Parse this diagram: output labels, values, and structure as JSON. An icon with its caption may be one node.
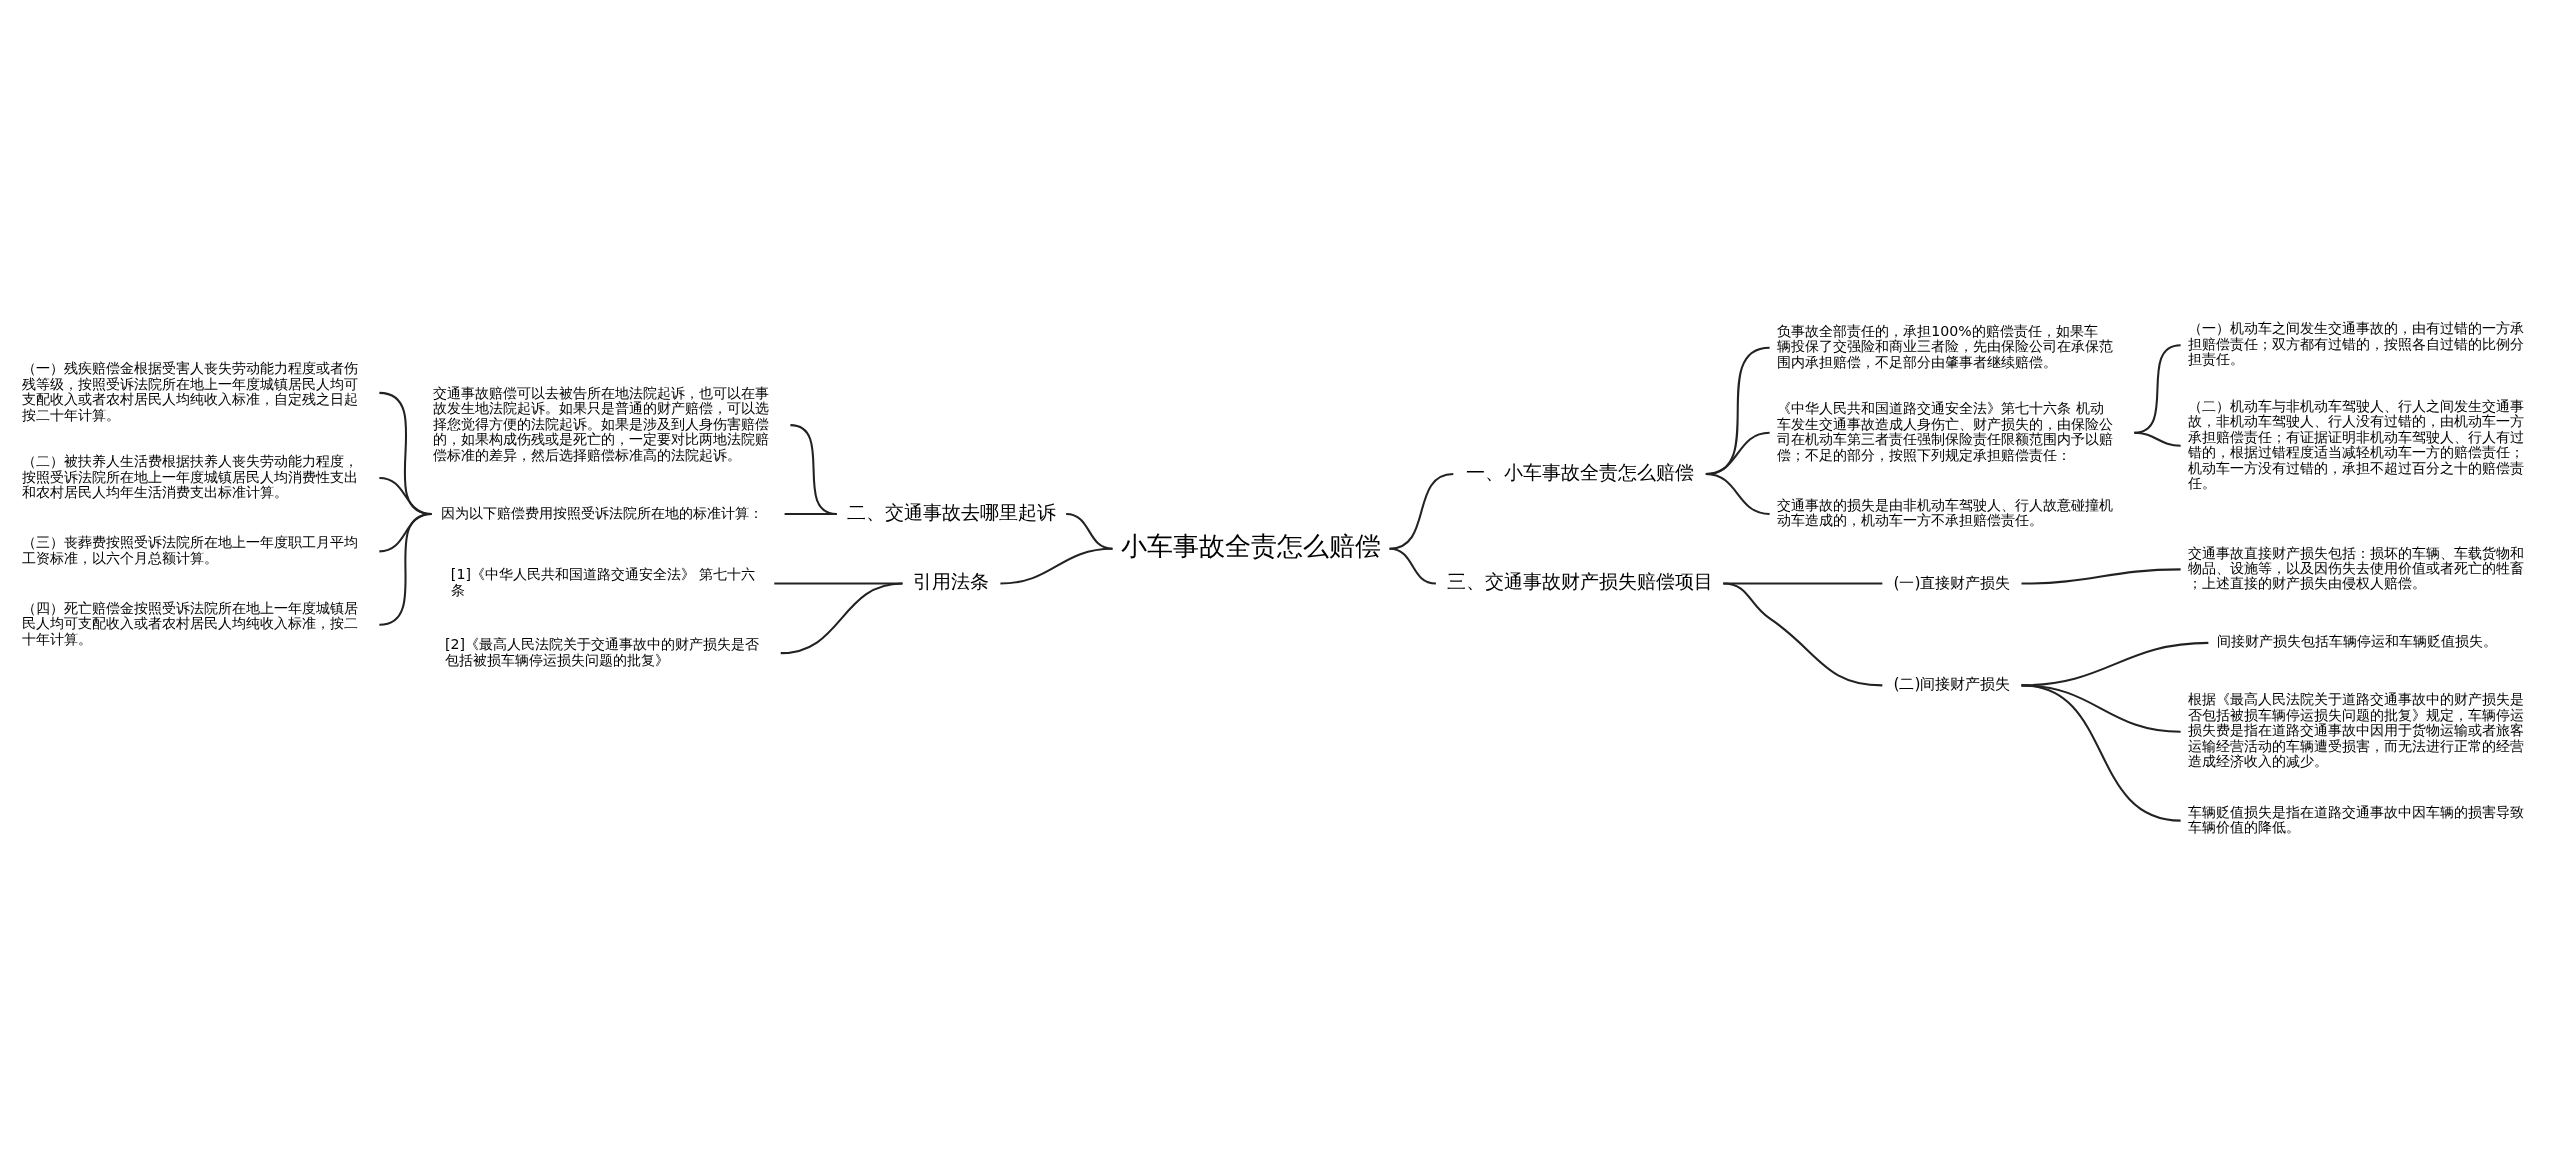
{
  "diagram": {
    "nodes": [
      {
        "text": [
          "小车事故全责怎么赔偿"
        ]
      },
      {
        "text": [
          "一、小车事故全责怎么赔偿"
        ]
      },
      {
        "text": [
          "负事故全部责任的，承担100%的赔偿责任，如果车辆投保了交强险和商业三者险，先由保险公司在承保范围内承担赔偿，不足部分由肇事者继续赔偿。"
        ]
      },
      {
        "text": [
          "《中华人民共和国道路交通安全法》第七十六条 机动车发生交通事故造成人身伤亡、财产损失的，由保险公司在机动车第三者责任强制保险责任限额范围内予以赔偿；不足的部分，按照下列规定承担赔偿责任："
        ]
      },
      {
        "text": [
          "（一）机动车之间发生交通事故的，由有过错的一方承担赔偿责任；双方都有过错的，按照各自过错的比例分担责任。"
        ]
      },
      {
        "text": [
          "（二）机动车与非机动车驾驶人、行人之间发生交通事故，非机动车驾驶人、行人没有过错的，由机动车一方承担赔偿责任；有证据证明非机动车驾驶人、行人有过错的，根据过错程度适当减轻机动车一方的赔偿责任；机动车一方没有过错的，承担不超过百分之十的赔偿责任。"
        ]
      },
      {
        "text": [
          "交通事故的损失是由非机动车驾驶人、行人故意碰撞机动车造成的，机动车一方不承担赔偿责任。"
        ]
      },
      {
        "text": [
          "三、交通事故财产损失赔偿项目"
        ]
      },
      {
        "text": [
          "(一)直接财产损失"
        ]
      },
      {
        "text": [
          "交通事故直接财产损失包括：损坏的车辆、车载货物和物品、设施等，以及因伤失去使用价值或者死亡的牲畜；上述直接的财产损失由侵权人赔偿。"
        ]
      },
      {
        "text": [
          "(二)间接财产损失"
        ]
      },
      {
        "text": [
          "间接财产损失包括车辆停运和车辆贬值损失。"
        ]
      },
      {
        "text": [
          "根据《最高人民法院关于道路交通事故中的财产损失是否包括被损车辆停运损失问题的批复》规定，车辆停运损失费是指在道路交通事故中因用于货物运输或者旅客运输经营活动的车辆遭受损害，而无法进行正常的经营造成经济收入的减少。"
        ]
      },
      {
        "text": [
          "车辆贬值损失是指在道路交通事故中因车辆的损害导致车辆价值的降低。"
        ]
      },
      {
        "text": [
          "二、交通事故去哪里起诉"
        ]
      },
      {
        "text": [
          "交通事故赔偿可以去被告所在地法院起诉，也可以在事故发生地法院起诉。如果只是普通的财产赔偿，可以选择您觉得方便的法院起诉。如果是涉及到人身伤害赔偿的，如果构成伤残或是死亡的，一定要对比两地法院赔偿标准的差异，然后选择赔偿标准高的法院起诉。"
        ]
      },
      {
        "text": [
          "因为以下赔偿费用按照受诉法院所在地的标准计算："
        ]
      },
      {
        "text": [
          "（一）残疾赔偿金根据受害人丧失劳动能力程度或者伤残等级，按照受诉法院所在地上一年度城镇居民人均可支配收入或者农村居民人均纯收入标准，自定残之日起按二十年计算。"
        ]
      },
      {
        "text": [
          "（二）被扶养人生活费根据扶养人丧失劳动能力程度，按照受诉法院所在地上一年度城镇居民人均消费性支出和农村居民人均年生活消费支出标准计算。"
        ]
      },
      {
        "text": [
          "（三）丧葬费按照受诉法院所在地上一年度职工月平均工资标准，以六个月总额计算。"
        ]
      },
      {
        "text": [
          "（四）死亡赔偿金按照受诉法院所在地上一年度城镇居民人均可支配收入或者农村居民人均纯收入标准，按二十年计算。"
        ]
      },
      {
        "text": [
          "引用法条"
        ]
      },
      {
        "text": [
          "[1]《中华人民共和国道路交通安全法》 第七十六条"
        ]
      },
      {
        "text": [
          "[2]《最高人民法院关于交通事故中的财产损失是否包括被损车辆停运损失问题的批复》"
        ]
      }
    ],
    "edges": [
      {
        "from": 0,
        "to": 1,
        "arrow": "none"
      },
      {
        "from": 1,
        "to": 2,
        "arrow": "none"
      },
      {
        "from": 1,
        "to": 3,
        "arrow": "none"
      },
      {
        "from": 3,
        "to": 4,
        "arrow": "none"
      },
      {
        "from": 3,
        "to": 5,
        "arrow": "none"
      },
      {
        "from": 1,
        "to": 6,
        "arrow": "none"
      },
      {
        "from": 0,
        "to": 7,
        "arrow": "none"
      },
      {
        "from": 7,
        "to": 8,
        "arrow": "none"
      },
      {
        "from": 8,
        "to": 9,
        "arrow": "none"
      },
      {
        "from": 7,
        "to": 10,
        "arrow": "none"
      },
      {
        "from": 10,
        "to": 11,
        "arrow": "none"
      },
      {
        "from": 10,
        "to": 12,
        "arrow": "none"
      },
      {
        "from": 10,
        "to": 13,
        "arrow": "none"
      },
      {
        "from": 0,
        "to": 14,
        "arrow": "none"
      },
      {
        "from": 14,
        "to": 15,
        "arrow": "none"
      },
      {
        "from": 14,
        "to": 16,
        "arrow": "none"
      },
      {
        "from": 16,
        "to": 17,
        "arrow": "none"
      },
      {
        "from": 16,
        "to": 18,
        "arrow": "none"
      },
      {
        "from": 16,
        "to": 19,
        "arrow": "none"
      },
      {
        "from": 16,
        "to": 20,
        "arrow": "none"
      },
      {
        "from": 0,
        "to": 21,
        "arrow": "none"
      },
      {
        "from": 21,
        "to": 22,
        "arrow": "none"
      },
      {
        "from": 21,
        "to": 23,
        "arrow": "none"
      }
    ]
  }
}
